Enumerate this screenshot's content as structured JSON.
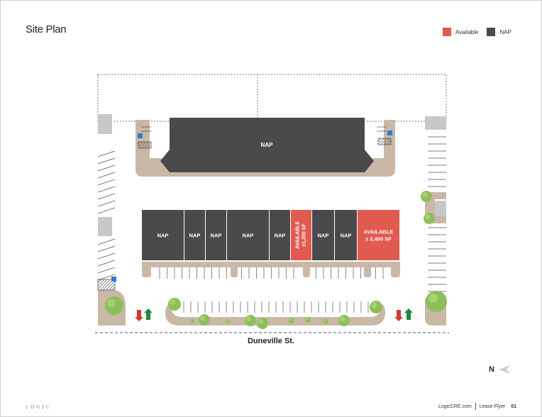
{
  "header": {
    "title": "Site Plan"
  },
  "legend": {
    "items": [
      {
        "label": "Available",
        "color": "#e05a4f"
      },
      {
        "label": "NAP",
        "color": "#4a4a4d"
      }
    ]
  },
  "plan": {
    "anchor_label": "NAP",
    "units": [
      {
        "label": "NAP",
        "status": "nap"
      },
      {
        "label": "NAP",
        "status": "nap"
      },
      {
        "label": "NAP",
        "status": "nap"
      },
      {
        "label": "NAP",
        "status": "nap"
      },
      {
        "label": "NAP",
        "status": "nap"
      },
      {
        "label": "AVAILABLE",
        "sub": "±1,200 SF",
        "status": "available"
      },
      {
        "label": "NAP",
        "status": "nap"
      },
      {
        "label": "NAP",
        "status": "nap"
      },
      {
        "label": "AVAILABLE",
        "sub": "± 2,400 SF",
        "status": "available"
      }
    ],
    "street": "Duneville St.",
    "north_label": "N"
  },
  "footer": {
    "logo": "LOGIC",
    "site": "LogicCRE.com",
    "doc": "Lease Flyer",
    "page": "01"
  },
  "colors": {
    "available": "#e05a4f",
    "nap": "#4a4a4d",
    "landscape": "#c9b8a6",
    "tree": "#8dbe5a"
  }
}
